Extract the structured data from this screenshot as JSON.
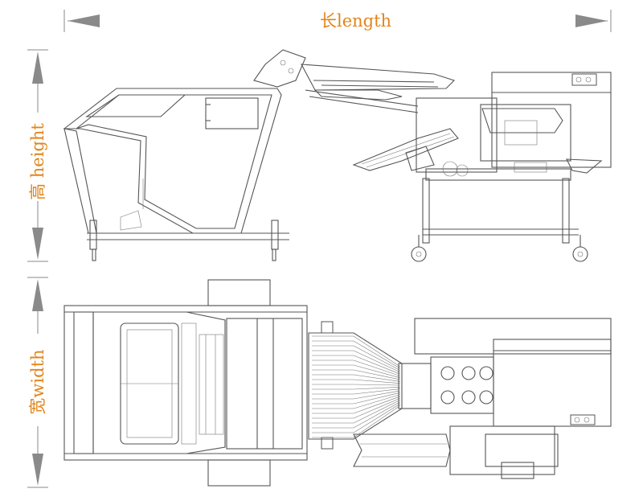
{
  "labels": {
    "length": "长length",
    "height": "高 height",
    "width": "宽width"
  },
  "colors": {
    "label": "#e0861c",
    "line": "#555555",
    "arrow": "#8a8a8a"
  }
}
